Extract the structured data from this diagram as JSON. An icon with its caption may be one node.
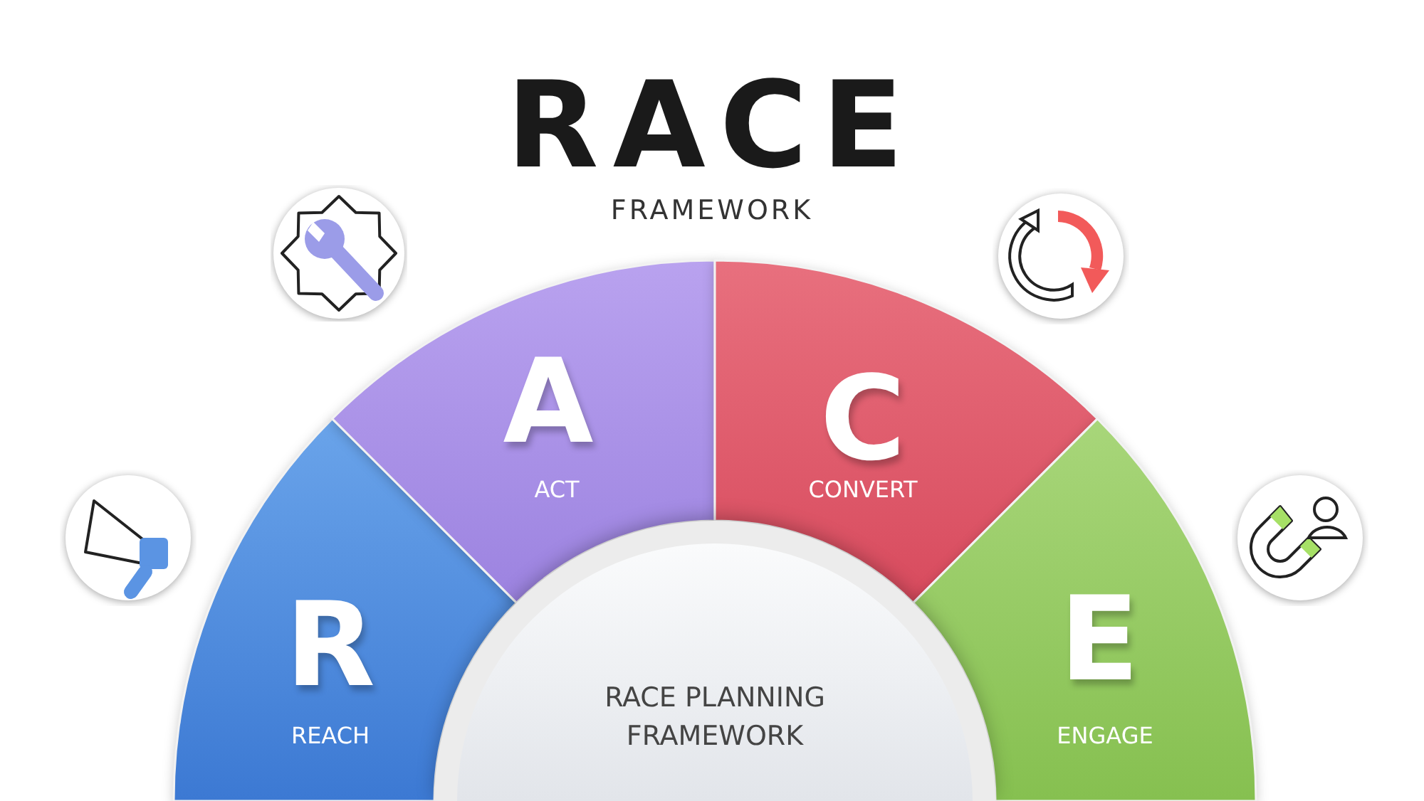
{
  "diagram": {
    "title": "RACE",
    "nodes": [
      {
        "text": [
          "R",
          "REACH"
        ]
      },
      {
        "text": [
          "A",
          "ACT"
        ]
      },
      {
        "text": [
          "C",
          "CONVERT"
        ]
      },
      {
        "text": [
          "E",
          "ENGAGE"
        ]
      },
      {
        "text": [
          "RACE PLANNING FRAMEWORK"
        ]
      }
    ],
    "labels": [
      "FRAMEWORK"
    ]
  }
}
